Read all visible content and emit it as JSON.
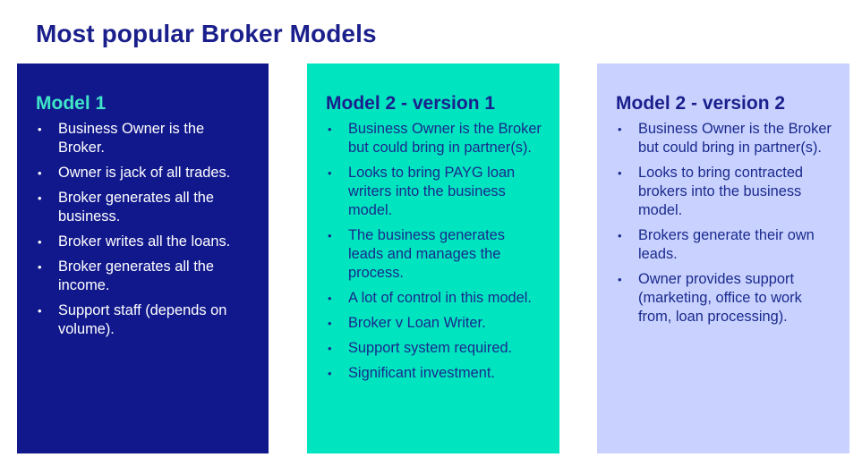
{
  "title": "Most popular Broker Models",
  "colors": {
    "title": "#1a1f8c",
    "card1_bg": "#11188c",
    "card2_bg": "#00e5c0",
    "card3_bg": "#c9d2ff",
    "card1_heading": "#3fe6c8"
  },
  "cards": [
    {
      "heading": "Model 1",
      "bullets": [
        "Business Owner is the Broker.",
        "Owner is jack of all trades.",
        "Broker generates all the business.",
        "Broker writes all the loans.",
        "Broker generates all the income.",
        "Support staff (depends on volume)."
      ]
    },
    {
      "heading": "Model 2 - version 1",
      "bullets": [
        "Business Owner is the Broker but could bring in partner(s).",
        "Looks to bring PAYG loan writers into the business model.",
        "The business generates leads and manages the process.",
        "A lot of control in this model.",
        "Broker v Loan Writer.",
        "Support system required.",
        "Significant investment."
      ]
    },
    {
      "heading": "Model 2 - version 2",
      "bullets": [
        "Business Owner is the Broker but could bring in partner(s).",
        "Looks to bring contracted brokers into the business model.",
        "Brokers generate their own leads.",
        "Owner provides support (marketing, office to work from, loan processing)."
      ]
    }
  ]
}
